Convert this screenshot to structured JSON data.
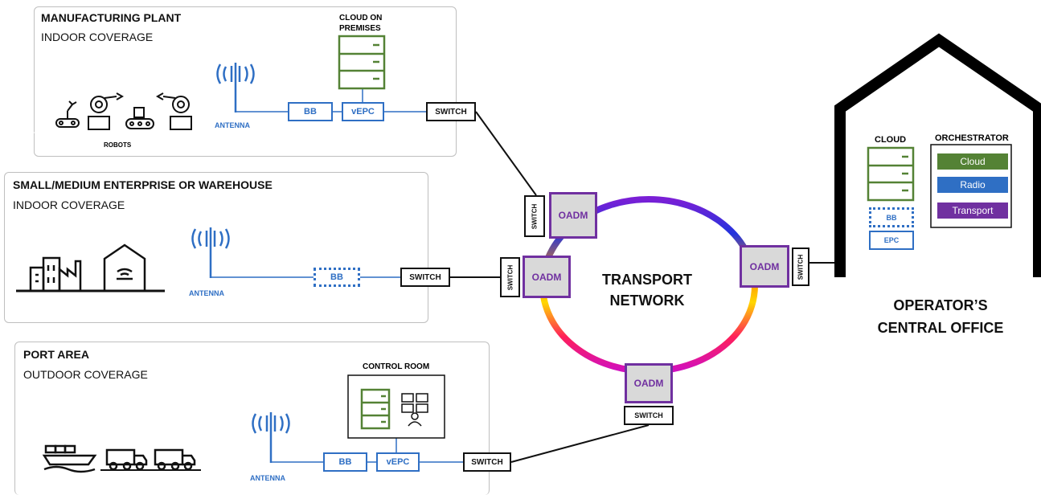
{
  "manufacturing": {
    "title": "MANUFACTURING PLANT",
    "subtitle": "INDOOR COVERAGE",
    "cloud_on_premises_line1": "CLOUD ON",
    "cloud_on_premises_line2": "PREMISES",
    "robots_label": "ROBOTS",
    "antenna_label": "ANTENNA",
    "bb_label": "BB",
    "vepc_label": "vEPC",
    "switch_label": "SWITCH"
  },
  "enterprise": {
    "title": "SMALL/MEDIUM ENTERPRISE OR WAREHOUSE",
    "subtitle": "INDOOR COVERAGE",
    "antenna_label": "ANTENNA",
    "bb_label": "BB",
    "switch_label": "SWITCH"
  },
  "port": {
    "title": "PORT AREA",
    "subtitle": "OUTDOOR COVERAGE",
    "control_room_label": "CONTROL ROOM",
    "antenna_label": "ANTENNA",
    "bb_label": "BB",
    "vepc_label": "vEPC",
    "switch_label": "SWITCH"
  },
  "transport": {
    "line1": "TRANSPORT",
    "line2": "NETWORK",
    "oadm_label": "OADM",
    "switch_label": "SWITCH"
  },
  "central_office": {
    "line1": "OPERATOR’S",
    "line2": "CENTRAL OFFICE",
    "cloud_label": "CLOUD",
    "orchestrator_label": "ORCHESTRATOR",
    "orch_cloud": "Cloud",
    "orch_radio": "Radio",
    "orch_transport": "Transport",
    "bb_label": "BB",
    "epc_label": "EPC",
    "switch_label": "SWITCH"
  },
  "colors": {
    "blue": "#2f6fc4",
    "green": "#548235",
    "purple": "#7030a0",
    "black": "#111111"
  },
  "icons": [
    "antenna-icon",
    "server-icon",
    "robot-arm-icon",
    "factory-icon",
    "warehouse-icon",
    "ship-icon",
    "truck-icon",
    "monitor-icon"
  ]
}
